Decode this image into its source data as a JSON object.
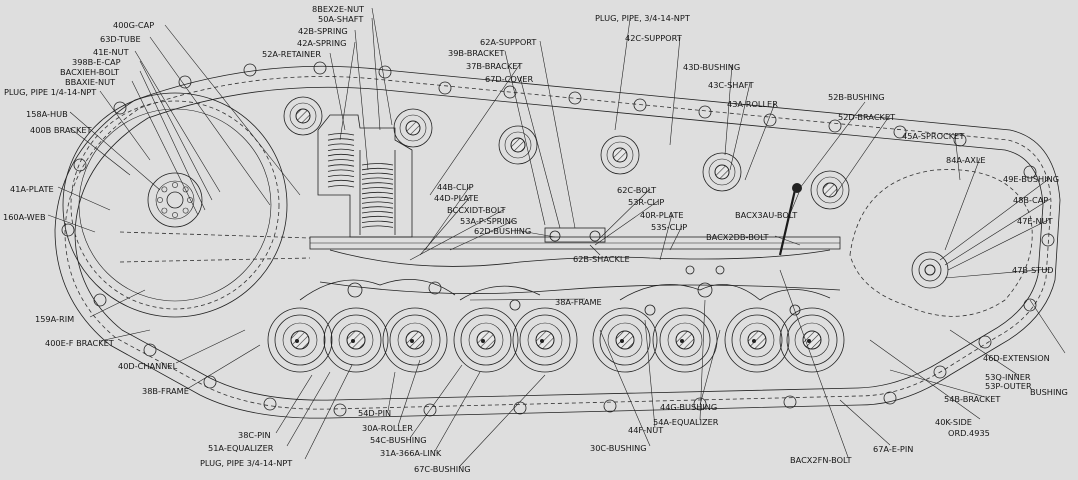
{
  "labels": [
    "400G-CAP",
    "63D-TUBE",
    "41E-NUT",
    "398B-E-CAP",
    "BACXIEH-BOLT",
    "BBAXIE-NUT",
    "PLUG, PIPE 1/4-14-NPT",
    "158A-HUB",
    "400B BRACKET",
    "41A-PLATE",
    "160A-WEB",
    "159A-RIM",
    "400E-F BRACKET",
    "40D-CHANNEL",
    "38B-FRAME",
    "38C-PIN",
    "51A-EQUALIZER",
    "PLUG, PIPE 3/4-14-NPT",
    "54D-PIN",
    "30A-ROLLER",
    "54C-BUSHING",
    "31A-366A-LINK",
    "67C-BUSHING",
    "8BEX2E-NUT",
    "50A-SHAFT",
    "42B-SPRING",
    "42A-SPRING",
    "52A-RETAINER",
    "39B-BRACKET",
    "37B-BRACKET",
    "62A-SUPPORT",
    "67D-COVER",
    "PLUG, PIPE, 3/4-14-NPT",
    "42C-SUPPORT",
    "43D-BUSHING",
    "43C-SHAFT",
    "43A-ROLLER",
    "52B-BUSHING",
    "52D-BRACKET",
    "45A-SPROCKET",
    "84A-AXLE",
    "49E-BUSHING",
    "48B-CAP",
    "47E-NUT",
    "47B-STUD",
    "44B-CLIP",
    "44D-PLATE",
    "BCCXIDT-BOLT",
    "53A-P-SPRING",
    "62D-BUSHING",
    "62C-BOLT",
    "53R-CLIP",
    "40R-PLATE",
    "53S-CLIP",
    "BACX3AU-BOLT",
    "BACX2DB-BOLT",
    "62B-SHACKLE",
    "38A-FRAME",
    "46D-EXTENSION",
    "53Q-INNER",
    "53P-OUTER",
    "BUSHING",
    "54B-BRACKET",
    "40K-SIDE",
    "ORD.4935",
    "67A-E-PIN",
    "BACX2FN-BOLT",
    "30C-BUSHING",
    "44F-NUT",
    "54A-EQUALIZER",
    "44G-BUSHING"
  ],
  "colors": {
    "paper": "#dedede",
    "ink": "#1b1b1b"
  }
}
